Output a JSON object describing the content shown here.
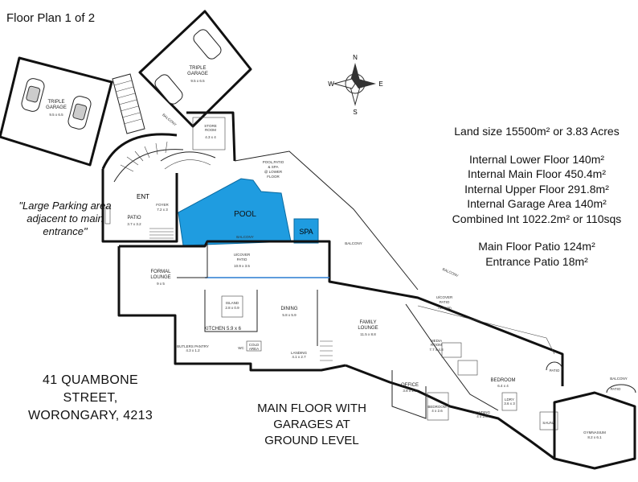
{
  "header": {
    "title": "Floor Plan 1 of 2"
  },
  "note": {
    "text": "\"Large Parking area adjacent to main entrance\""
  },
  "stats": {
    "land": "Land size 15500m² or 3.83 Acres",
    "lower": "Internal Lower Floor 140m²",
    "main": "Internal Main Floor 450.4m²",
    "upper": "Internal Upper Floor 291.8m²",
    "garage": "Internal Garage Area 140m²",
    "combined": "Combined Int 1022.2m² or 110sqs",
    "patio": "Main Floor Patio 124m²",
    "entrance": "Entrance Patio 18m²"
  },
  "address": {
    "line1": "41 QUAMBONE STREET,",
    "line2": "WORONGARY, 4213"
  },
  "level_caption": {
    "line1": "MAIN FLOOR WITH",
    "line2": "GARAGES AT",
    "line3": "GROUND LEVEL"
  },
  "rooms": {
    "garage_left": {
      "name": "TRIPLE\nGARAGE",
      "size": "9.5 x 6.5"
    },
    "garage_top": {
      "name": "TRIPLE\nGARAGE",
      "size": "9.5 x 6.5"
    },
    "store": {
      "name": "STORE\nROOM",
      "size": "4.3 x 4"
    },
    "ent": {
      "name": "ENT"
    },
    "foyer": {
      "name": "FOYER",
      "size": "7.2 x 3"
    },
    "patio_entry": {
      "name": "PATIO",
      "size": "3.7 x 3.2"
    },
    "pool_area": {
      "name": "POOL,PATIO\n& SPA\n@ LOWER\nFLOOR"
    },
    "pool": {
      "name": "POOL"
    },
    "spa": {
      "name": "SPA"
    },
    "ucover_patio": {
      "name": "U/COVER\nPATIO",
      "size": "10.9 x 3.5"
    },
    "formal_lounge": {
      "name": "FORMAL\nLOUNGE",
      "size": "9 x 5"
    },
    "island": {
      "name": "ISLAND",
      "size": "2.8 x 0.9"
    },
    "kitchen": {
      "name": "KITCHEN",
      "size": "5.9 x 6"
    },
    "dining": {
      "name": "DINING",
      "size": "5.8 x 5.9"
    },
    "butlers": {
      "name": "BUTLERS PANTRY",
      "size": "4.3 x 1.2"
    },
    "cold": {
      "name": "COLD\nAREA"
    },
    "wc": {
      "name": "WC"
    },
    "landing": {
      "name": "LANDING",
      "size": "4.1 x 2.7"
    },
    "family": {
      "name": "FAMILY\nLOUNGE",
      "size": "11.5 x 8.8"
    },
    "ucover_right": {
      "name": "U/COVER\nPATIO",
      "size": "75.4sqm"
    },
    "media": {
      "name": "MEDIA\nROOM",
      "size": "7.7 x 4.8"
    },
    "bedroom": {
      "name": "BEDROOM",
      "size": "6.4 x 4"
    },
    "office": {
      "name": "OFFICE",
      "size": "3.8 x 2.3"
    },
    "bedroom2": {
      "name": "BEDROOM",
      "size": "4 x 2.6"
    },
    "landing2": {
      "name": "LANDING",
      "size": "4 x 2.6"
    },
    "lndry": {
      "name": "LDRY",
      "size": "3.6 x 3"
    },
    "sauna": {
      "name": "SAUNA"
    },
    "gym": {
      "name": "GYMNASIUM",
      "size": "8.2 x 6.1"
    },
    "patio_gym": {
      "name": "PATIO"
    }
  },
  "tags": {
    "balcony": "BALCONY",
    "compass_n": "N",
    "compass_w": "W",
    "compass_s": "S",
    "compass_e": "E"
  },
  "colors": {
    "pool": "#1f9ce0",
    "walls": "#111111"
  }
}
